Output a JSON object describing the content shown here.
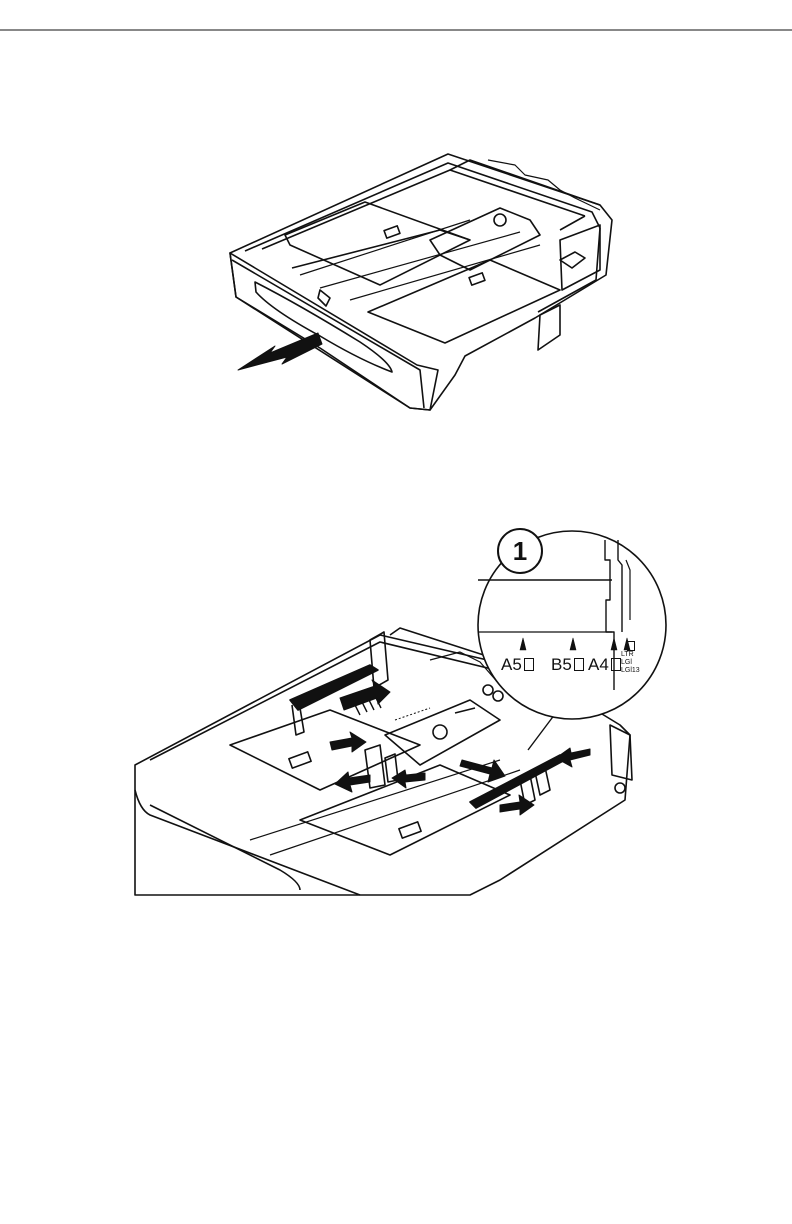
{
  "figure_2": {
    "callout_number": "1",
    "paper_size_marks": [
      "A5",
      "B5",
      "A4"
    ],
    "small_labels": [
      "LTR",
      "LGl",
      "LGl13"
    ]
  },
  "colors": {
    "ink": "#111111",
    "paper": "#ffffff"
  }
}
